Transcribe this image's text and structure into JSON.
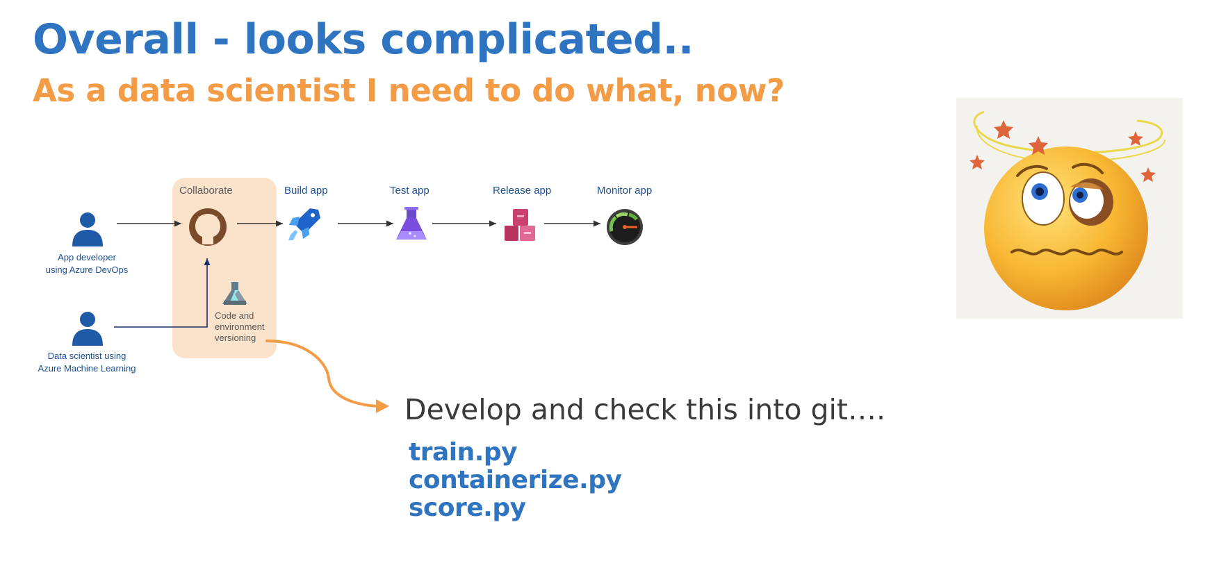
{
  "title": "Overall - looks complicated..",
  "subtitle": "As a data scientist I need to do what, now?",
  "diagram": {
    "collab_label": "Collaborate",
    "stages": [
      {
        "label": "Build app",
        "icon": "pipelines-icon"
      },
      {
        "label": "Test app",
        "icon": "flask-icon"
      },
      {
        "label": "Release app",
        "icon": "package-icon"
      },
      {
        "label": "Monitor app",
        "icon": "speedometer-icon"
      }
    ],
    "people": [
      {
        "line1": "App developer",
        "line2": "using Azure DevOps",
        "icon": "person-icon"
      },
      {
        "line1": "Data scientist using",
        "line2": "Azure Machine Learning",
        "icon": "person-icon"
      }
    ],
    "versioning": {
      "line1": "Code and",
      "line2": "environment",
      "line3": "versioning",
      "icon": "azure-ml-icon"
    },
    "github_icon": "github-icon"
  },
  "callout": "Develop and check this into git….",
  "files": [
    "train.py",
    "containerize.py",
    "score.py"
  ],
  "emoji_icon": "dizzy-face-icon",
  "colors": {
    "title": "#2e74c0",
    "subtitle": "#f39c45",
    "collab_box": "#fbe3cb",
    "person": "#1f5aa6",
    "arrow_orange": "#f39c45"
  }
}
